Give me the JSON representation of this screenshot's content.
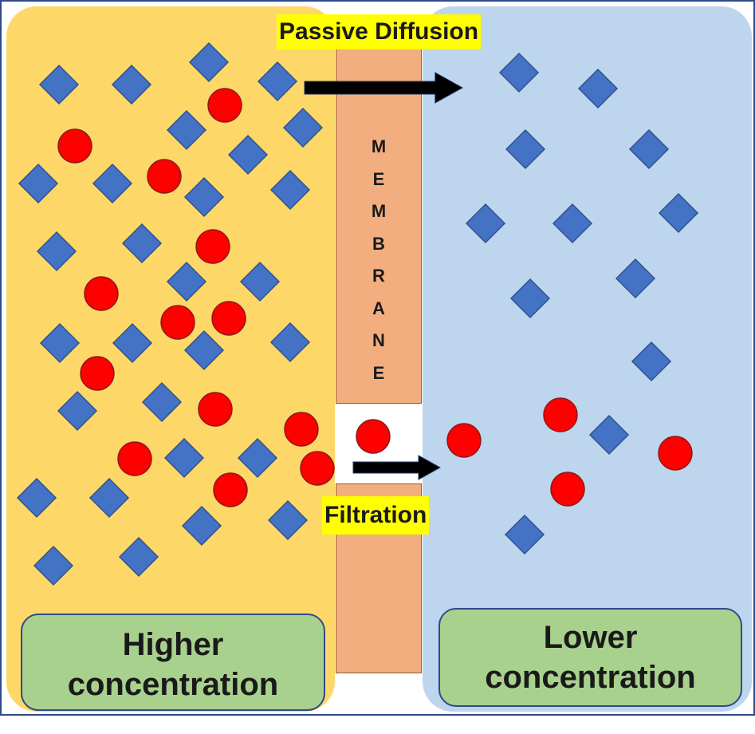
{
  "labels": {
    "passive_diffusion": "Passive Diffusion",
    "filtration": "Filtration",
    "higher_line1": "Higher",
    "higher_line2": "concentration",
    "lower_line1": "Lower",
    "lower_line2": "concentration"
  },
  "membrane_letters": [
    "M",
    "E",
    "M",
    "B",
    "R",
    "A",
    "N",
    "E"
  ],
  "colors": {
    "higher_region": "#fdd868",
    "lower_region": "#bdd6ee",
    "membrane": "#f3ae7f",
    "diamond": "#4472c4",
    "circle": "#ff0000",
    "label_highlight": "#ffff00",
    "concentration_box": "#a9d18e"
  },
  "icons": {
    "solute_diamond": "diamond-particle-icon",
    "solute_circle": "circle-particle-icon",
    "arrow": "right-arrow-icon"
  }
}
